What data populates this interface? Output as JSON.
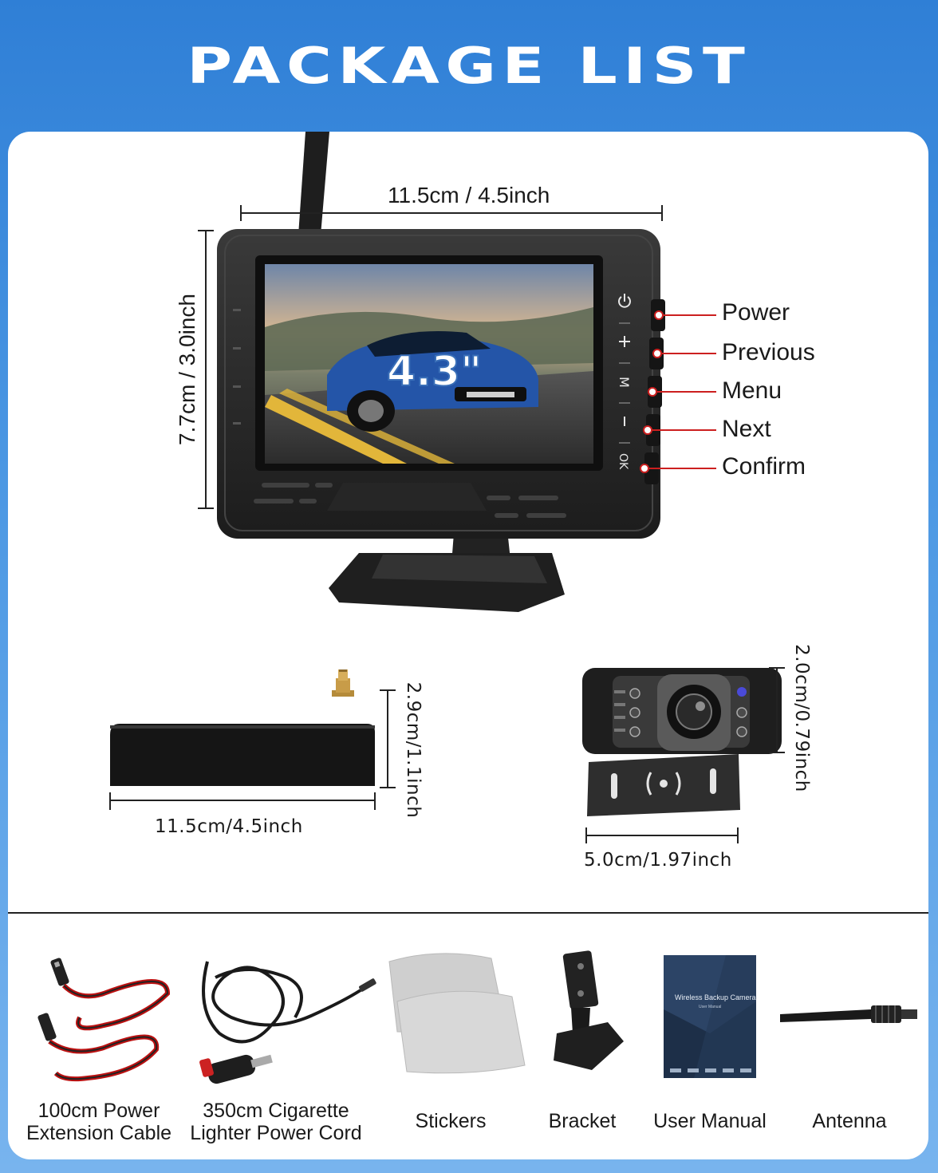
{
  "header": {
    "title": "PACKAGE LIST"
  },
  "monitor": {
    "width_label": "11.5cm / 4.5inch",
    "height_label": "7.7cm / 3.0inch",
    "screen_badge": "4.3\"",
    "buttons": [
      {
        "label": "Power",
        "glyph": "power-icon"
      },
      {
        "label": "Previous",
        "glyph": "plus-icon"
      },
      {
        "label": "Menu",
        "glyph": "M"
      },
      {
        "label": "Next",
        "glyph": "minus-icon"
      },
      {
        "label": "Confirm",
        "glyph": "OK"
      }
    ],
    "colors": {
      "body": "#2a2a2a",
      "callout": "#cc1f1f"
    }
  },
  "receiver": {
    "width_label": "11.5cm/4.5inch",
    "height_label": "2.9cm/1.1inch"
  },
  "camera": {
    "width_label": "5.0cm/1.97inch",
    "height_label": "2.0cm/0.79inch"
  },
  "accessories": [
    {
      "line1": "100cm Power",
      "line2": "Extension Cable"
    },
    {
      "line1": "350cm Cigarette",
      "line2": "Lighter Power Cord"
    },
    {
      "line1": "Stickers",
      "line2": ""
    },
    {
      "line1": "Bracket",
      "line2": ""
    },
    {
      "line1": "User Manual",
      "line2": ""
    },
    {
      "line1": "Antenna",
      "line2": ""
    }
  ],
  "manual": {
    "cover_title": "Wireless Backup Camera",
    "cover_subtitle": "User Manual"
  }
}
